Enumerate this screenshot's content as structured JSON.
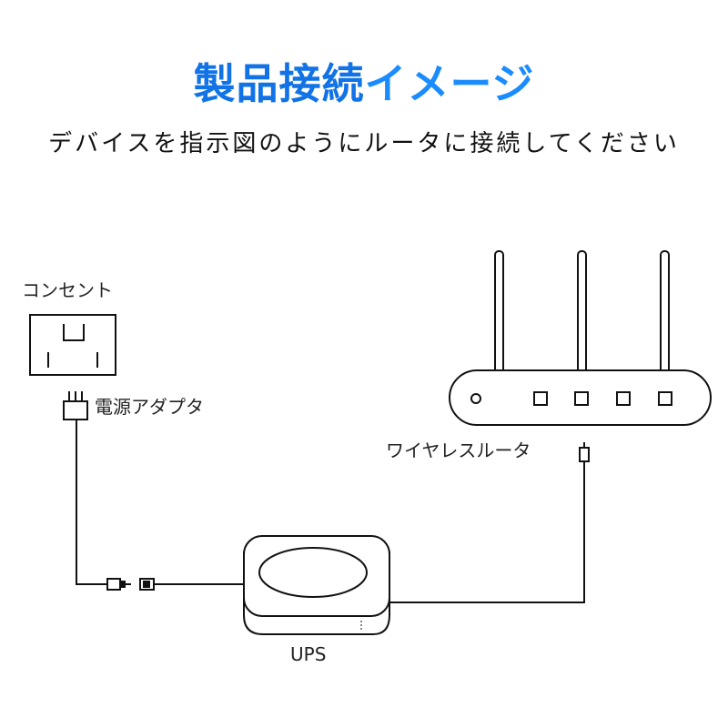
{
  "header": {
    "title_part1": "製品接続",
    "title_part2": "イメージ",
    "subtitle": "デバイスを指示図のようにルータに接続してください"
  },
  "labels": {
    "outlet": "コンセント",
    "adapter": "電源アダプタ",
    "router": "ワイヤレスルータ",
    "ups": "UPS"
  },
  "colors": {
    "title_primary": "#1273e6",
    "title_secondary": "#1a8cff",
    "line": "#111111"
  }
}
